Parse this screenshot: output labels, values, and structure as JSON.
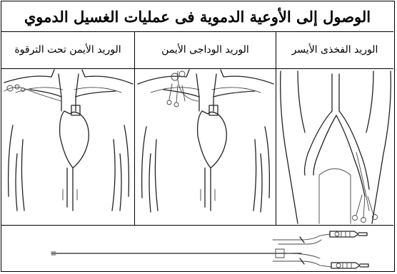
{
  "title": "الوصول إلى الأوعية الدموية فى عمليات الغسيل الدموي",
  "columns": [
    {
      "label": "الوريد الأيمن تحت الترقوة",
      "icon": "subclavian-catheter-illustration"
    },
    {
      "label": "الوريد الوداجى الأيمن",
      "icon": "jugular-catheter-illustration"
    },
    {
      "label": "الوريد الفخذى الأيسر",
      "icon": "femoral-catheter-illustration"
    }
  ],
  "bottom": {
    "icon": "dialysis-catheter-illustration"
  }
}
